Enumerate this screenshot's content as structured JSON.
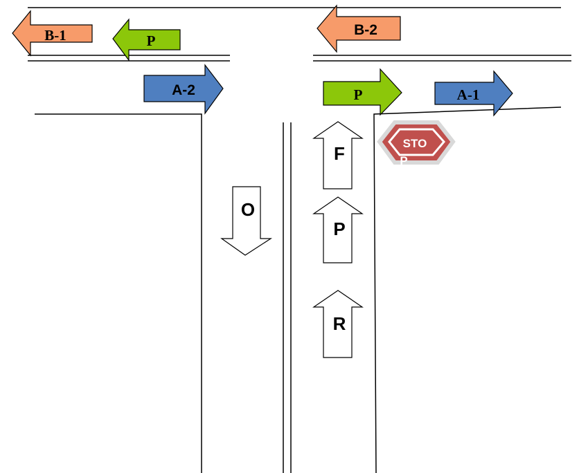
{
  "arrows": {
    "b1": {
      "label": "B-1",
      "fill": "#F79B6A",
      "direction": "left"
    },
    "p_top": {
      "label": "P",
      "fill": "#8CC70A",
      "direction": "left"
    },
    "a2": {
      "label": "A-2",
      "fill": "#4F7FC0",
      "direction": "right"
    },
    "b2": {
      "label": "B-2",
      "fill": "#F79B6A",
      "direction": "left"
    },
    "p_mid": {
      "label": "P",
      "fill": "#8CC70A",
      "direction": "right"
    },
    "a1": {
      "label": "A-1",
      "fill": "#4F7FC0",
      "direction": "right"
    },
    "o": {
      "label": "O",
      "fill": "#FFFFFF",
      "direction": "down"
    },
    "f": {
      "label": "F",
      "fill": "#FFFFFF",
      "direction": "up"
    },
    "p_low": {
      "label": "P",
      "fill": "#FFFFFF",
      "direction": "up"
    },
    "r": {
      "label": "R",
      "fill": "#FFFFFF",
      "direction": "up"
    }
  },
  "stop_sign": {
    "line1": "STO",
    "line2": "P",
    "fill": "#C0504D",
    "stroke": "#D9D9D9"
  }
}
